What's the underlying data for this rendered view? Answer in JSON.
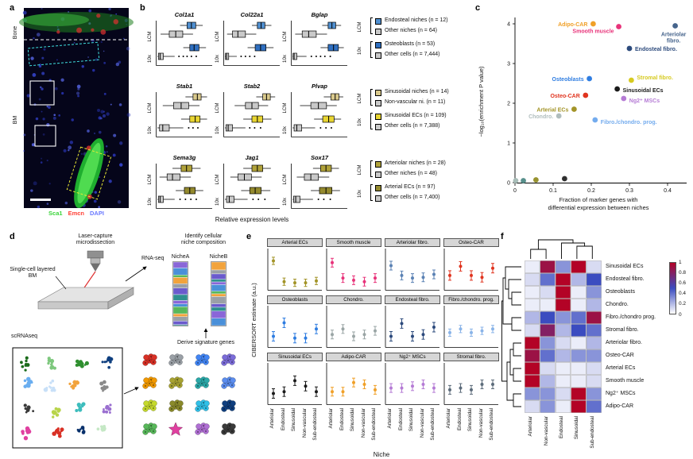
{
  "panel_labels": {
    "a": "a",
    "b": "b",
    "c": "c",
    "d": "d",
    "e": "e",
    "f": "f"
  },
  "panel_a": {
    "region_labels": [
      "Bone",
      "BM"
    ],
    "stains": [
      {
        "name": "Sca1",
        "color": "#3ad43a"
      },
      {
        "name": "Emcn",
        "color": "#ff4136"
      },
      {
        "name": "DAPI",
        "color": "#6a79ff"
      }
    ]
  },
  "panel_b": {
    "xlabel": "Relative expression levels",
    "method_labels": [
      "LCM",
      "10x"
    ],
    "rows": [
      {
        "lcm_color": "#4f8fd0",
        "tenx_color": "#2f6fc0",
        "other_color": "#c9c9c9",
        "legend": [
          {
            "group": "LCM",
            "label": "Endosteal niches (n = 12)",
            "color": "#4f8fd0"
          },
          {
            "group": "LCM",
            "label": "Other niches (n = 64)",
            "color": "#c9c9c9"
          },
          {
            "group": "10x",
            "label": "Osteoblasts (n = 53)",
            "color": "#2f6fc0"
          },
          {
            "group": "10x",
            "label": "Other cells (n = 7,444)",
            "color": "#c9c9c9"
          }
        ],
        "genes": [
          {
            "name": "Col1a1",
            "lcm_main": [
              0.42,
              0.55,
              0.63,
              0.71,
              0.84
            ],
            "lcm_other": [
              0.06,
              0.22,
              0.34,
              0.47,
              0.66
            ],
            "tenx_main": [
              0.48,
              0.6,
              0.68,
              0.77,
              0.9
            ],
            "tenx_other": [
              0,
              0.02,
              0.05,
              0.11,
              0.32
            ],
            "tenx_other_outliers": [
              0.4,
              0.48,
              0.55,
              0.63,
              0.72
            ]
          },
          {
            "name": "Col22a1",
            "lcm_main": [
              0.5,
              0.6,
              0.67,
              0.74,
              0.86
            ],
            "lcm_other": [
              0.04,
              0.14,
              0.24,
              0.38,
              0.58
            ],
            "tenx_main": [
              0.42,
              0.56,
              0.66,
              0.76,
              0.9
            ],
            "tenx_other": [
              0,
              0.01,
              0.03,
              0.07,
              0.22
            ],
            "tenx_other_outliers": [
              0.3,
              0.38,
              0.46,
              0.55
            ]
          },
          {
            "name": "Bglap",
            "lcm_main": [
              0.55,
              0.66,
              0.73,
              0.8,
              0.9
            ],
            "lcm_other": [
              0.05,
              0.18,
              0.3,
              0.44,
              0.64
            ],
            "tenx_main": [
              0.52,
              0.66,
              0.76,
              0.85,
              0.95
            ],
            "tenx_other": [
              0,
              0.01,
              0.03,
              0.08,
              0.26
            ],
            "tenx_other_outliers": [
              0.35,
              0.44,
              0.52,
              0.6,
              0.7
            ]
          }
        ]
      },
      {
        "lcm_color": "#d9c98c",
        "tenx_color": "#e8d532",
        "other_color": "#c9c9c9",
        "legend": [
          {
            "group": "LCM",
            "label": "Sinusoidal niches (n = 14)",
            "color": "#d9c98c"
          },
          {
            "group": "LCM",
            "label": "Non-vascular ni. (n = 11)",
            "color": "#c9c9c9"
          },
          {
            "group": "10x",
            "label": "Sinusoidal ECs (n = 109)",
            "color": "#e8d532"
          },
          {
            "group": "10x",
            "label": "Other cells (n = 7,388)",
            "color": "#c9c9c9"
          }
        ],
        "genes": [
          {
            "name": "Stab1",
            "lcm_main": [
              0.52,
              0.66,
              0.74,
              0.81,
              0.92
            ],
            "lcm_other": [
              0.1,
              0.3,
              0.44,
              0.58,
              0.78
            ],
            "tenx_main": [
              0.44,
              0.6,
              0.7,
              0.79,
              0.92
            ],
            "tenx_other": [
              0,
              0.04,
              0.1,
              0.22,
              0.48
            ],
            "tenx_other_outliers": [
              0.58,
              0.66,
              0.75
            ]
          },
          {
            "name": "Stab2",
            "lcm_main": [
              0.58,
              0.7,
              0.77,
              0.84,
              0.93
            ],
            "lcm_other": [
              0.18,
              0.38,
              0.5,
              0.62,
              0.8
            ],
            "tenx_main": [
              0.34,
              0.5,
              0.6,
              0.7,
              0.86
            ],
            "tenx_other": [
              0,
              0.02,
              0.06,
              0.14,
              0.38
            ],
            "tenx_other_outliers": [
              0.46,
              0.55,
              0.66
            ]
          },
          {
            "name": "Plvap",
            "lcm_main": [
              0.58,
              0.71,
              0.79,
              0.86,
              0.94
            ],
            "lcm_other": [
              0.14,
              0.34,
              0.48,
              0.63,
              0.82
            ],
            "tenx_main": [
              0.4,
              0.56,
              0.67,
              0.77,
              0.9
            ],
            "tenx_other": [
              0,
              0.03,
              0.08,
              0.17,
              0.42
            ],
            "tenx_other_outliers": [
              0.52,
              0.62,
              0.72
            ]
          }
        ]
      },
      {
        "lcm_color": "#b0a23a",
        "tenx_color": "#948a2e",
        "other_color": "#c9c9c9",
        "legend": [
          {
            "group": "LCM",
            "label": "Arteriolar niches (n = 28)",
            "color": "#b0a23a"
          },
          {
            "group": "LCM",
            "label": "Other niches (n = 48)",
            "color": "#c9c9c9"
          },
          {
            "group": "10x",
            "label": "Arterial ECs (n = 97)",
            "color": "#948a2e"
          },
          {
            "group": "10x",
            "label": "Other cells (n = 7,400)",
            "color": "#c9c9c9"
          }
        ],
        "genes": [
          {
            "name": "Sema3g",
            "lcm_main": [
              0.28,
              0.44,
              0.54,
              0.64,
              0.8
            ],
            "lcm_other": [
              0.04,
              0.18,
              0.28,
              0.42,
              0.62
            ],
            "tenx_main": [
              0.34,
              0.5,
              0.6,
              0.7,
              0.85
            ],
            "tenx_other": [
              0,
              0.02,
              0.05,
              0.11,
              0.32
            ],
            "tenx_other_outliers": [
              0.42,
              0.52,
              0.62,
              0.72
            ]
          },
          {
            "name": "Jag1",
            "lcm_main": [
              0.34,
              0.5,
              0.6,
              0.7,
              0.85
            ],
            "lcm_other": [
              0.1,
              0.24,
              0.36,
              0.49,
              0.68
            ],
            "tenx_main": [
              0.3,
              0.46,
              0.56,
              0.67,
              0.84
            ],
            "tenx_other": [
              0,
              0.03,
              0.08,
              0.17,
              0.42
            ],
            "tenx_other_outliers": [
              0.52,
              0.62,
              0.74
            ]
          },
          {
            "name": "Sox17",
            "lcm_main": [
              0.38,
              0.52,
              0.62,
              0.72,
              0.86
            ],
            "lcm_other": [
              0.08,
              0.22,
              0.34,
              0.48,
              0.68
            ],
            "tenx_main": [
              0.34,
              0.5,
              0.62,
              0.73,
              0.88
            ],
            "tenx_other": [
              0,
              0.02,
              0.06,
              0.14,
              0.38
            ],
            "tenx_other_outliers": [
              0.48,
              0.58,
              0.7
            ]
          }
        ]
      }
    ]
  },
  "panel_c": {
    "ylabel": "−log₁₀(enrichment P value)",
    "xlabel_line1": "Fraction of marker genes with",
    "xlabel_line2": "differential expression between niches",
    "xticks": [
      "0",
      "0.1",
      "0.2",
      "0.3",
      "0.4"
    ],
    "yticks": [
      "0",
      "1",
      "2",
      "3",
      "4"
    ],
    "points": [
      {
        "label": "Adipo-CAR",
        "x": 0.205,
        "y": 4.0,
        "color": "#f0a028",
        "anchor": "end",
        "ldx": -7,
        "ldy": 3
      },
      {
        "label": "Smooth muscle",
        "x": 0.272,
        "y": 3.93,
        "color": "#e8337a",
        "anchor": "end",
        "ldx": -6,
        "ldy": 8
      },
      {
        "label": "Arteriolar",
        "label2": "fibro.",
        "x": 0.42,
        "y": 3.95,
        "color": "#46648c",
        "anchor": "middle",
        "ldx": -2,
        "ldy": 13
      },
      {
        "label": "Endosteal fibro.",
        "x": 0.3,
        "y": 3.38,
        "color": "#2c4a7c",
        "anchor": "start",
        "ldx": 7,
        "ldy": 3
      },
      {
        "label": "Osteoblasts",
        "x": 0.195,
        "y": 2.62,
        "color": "#2f7de1",
        "anchor": "end",
        "ldx": -7,
        "ldy": 3
      },
      {
        "label": "Stromal fibro.",
        "x": 0.305,
        "y": 2.58,
        "color": "#d6ca20",
        "anchor": "start",
        "ldx": 7,
        "ldy": -1
      },
      {
        "label": "Sinusoidal ECs",
        "x": 0.268,
        "y": 2.36,
        "color": "#1a1a1a",
        "anchor": "start",
        "ldx": 7,
        "ldy": 4
      },
      {
        "label": "Osteo-CAR",
        "x": 0.185,
        "y": 2.2,
        "color": "#e0341f",
        "anchor": "end",
        "ldx": -7,
        "ldy": 3
      },
      {
        "label": "Ng2⁺ MSCs",
        "x": 0.285,
        "y": 2.12,
        "color": "#b57bd5",
        "anchor": "start",
        "ldx": 7,
        "ldy": 5
      },
      {
        "label": "Arterial ECs",
        "x": 0.155,
        "y": 1.85,
        "color": "#a39428",
        "anchor": "end",
        "ldx": -7,
        "ldy": 3
      },
      {
        "label": "Chondro.",
        "x": 0.115,
        "y": 1.68,
        "color": "#b0bdbd",
        "anchor": "end",
        "ldx": -7,
        "ldy": 3
      },
      {
        "label": "Fibro./chondro. prog.",
        "x": 0.21,
        "y": 1.58,
        "color": "#74acee",
        "anchor": "start",
        "ldx": 7,
        "ldy": 5
      }
    ],
    "unlabeled_points": [
      {
        "x": 0.002,
        "y": 0.05,
        "color": "#a8bdb8"
      },
      {
        "x": 0.022,
        "y": 0.05,
        "color": "#58908c"
      },
      {
        "x": 0.055,
        "y": 0.07,
        "color": "#97922f"
      },
      {
        "x": 0.13,
        "y": 0.1,
        "color": "#2f2f2f"
      }
    ]
  },
  "panel_d": {
    "labels": {
      "laser_line1": "Laser-capture",
      "laser_line2": "microdissection",
      "layered_line1": "Single-cell layered",
      "layered_line2": "BM",
      "rnaseq": "RNA-seq",
      "identify_line1": "Identify cellular",
      "identify_line2": "niche composition",
      "niche_a": "NicheA",
      "niche_b": "NicheB",
      "derive": "Derive signature genes",
      "scrnaseq": "scRNAseq"
    },
    "bar_palette": [
      "#8a66d8",
      "#4a90d9",
      "#58b85a",
      "#f2a33c",
      "#9aa0a6",
      "#6a5acd",
      "#2f8f8f"
    ],
    "tsne_colors": [
      "#1a6b1a",
      "#7ec87e",
      "#2f8f2f",
      "#0f3f7f",
      "#6aaef0",
      "#c8e0f8",
      "#f2a33c",
      "#8a8a8a",
      "#3a3a3a",
      "#b8d44a",
      "#3dbdbd",
      "#9a6fd0",
      "#e040a0",
      "#d93025",
      "#08306b",
      "#c5e8c5"
    ],
    "icon_colors": [
      "#d93025",
      "#9aa0a6",
      "#4285f4",
      "#7b6cd9",
      "#f29900",
      "#a8a332",
      "#2aa8a8",
      "#5b8def",
      "#c5d92d",
      "#8a8a2a",
      "#30c0e8",
      "#0f3f7f",
      "#58b85a",
      "#e040a0",
      "#b06fd4",
      "#3a3a3a"
    ]
  },
  "panel_e": {
    "ylabel": "CIBERSORT estimate (a.u.)",
    "xlabel": "Niche",
    "niches": [
      "Arteriolar",
      "Endosteal",
      "Sinusoidal",
      "Non-vascular",
      "Sub-endosteal"
    ],
    "tiles": [
      {
        "title": "Arterial ECs",
        "color": "#a39428",
        "values": [
          0.75,
          0.18,
          0.15,
          0.15,
          0.2
        ],
        "error": 0.1
      },
      {
        "title": "Smooth muscle",
        "color": "#e8337a",
        "values": [
          0.7,
          0.28,
          0.22,
          0.18,
          0.28
        ],
        "error": 0.12
      },
      {
        "title": "Arteriolar fibro.",
        "color": "#5b82b4",
        "values": [
          0.62,
          0.35,
          0.28,
          0.3,
          0.38
        ],
        "error": 0.12
      },
      {
        "title": "Osteo-CAR",
        "color": "#e0341f",
        "values": [
          0.35,
          0.6,
          0.35,
          0.3,
          0.55
        ],
        "error": 0.13
      },
      {
        "title": "Osteoblasts",
        "color": "#2f7de1",
        "values": [
          0.25,
          0.62,
          0.2,
          0.2,
          0.45
        ],
        "error": 0.13
      },
      {
        "title": "Chondro.",
        "color": "#9aa5a5",
        "values": [
          0.3,
          0.45,
          0.25,
          0.3,
          0.4
        ],
        "error": 0.12
      },
      {
        "title": "Endosteal fibro.",
        "color": "#2c4a7c",
        "values": [
          0.25,
          0.6,
          0.25,
          0.3,
          0.5
        ],
        "error": 0.13
      },
      {
        "title": "Fibro./chondro. prog.",
        "color": "#8ab4e8",
        "values": [
          0.35,
          0.45,
          0.35,
          0.4,
          0.45
        ],
        "error": 0.1
      },
      {
        "title": "Sinusoidal ECs",
        "color": "#1a1a1a",
        "values": [
          0.25,
          0.3,
          0.6,
          0.45,
          0.3
        ],
        "error": 0.13
      },
      {
        "title": "Adipo-CAR",
        "color": "#f0a028",
        "values": [
          0.3,
          0.3,
          0.55,
          0.5,
          0.35
        ],
        "error": 0.12
      },
      {
        "title": "Ng2⁺ MSCs",
        "color": "#b57bd5",
        "values": [
          0.4,
          0.4,
          0.45,
          0.5,
          0.4
        ],
        "error": 0.12
      },
      {
        "title": "Stromal fibro.",
        "color": "#5c6b7a",
        "values": [
          0.35,
          0.4,
          0.35,
          0.5,
          0.5
        ],
        "error": 0.12
      }
    ]
  },
  "panel_f": {
    "columns": [
      "Arteriolar",
      "Non-vascular",
      "Endosteal",
      "Sinusoidal",
      "Sub-endosteal"
    ],
    "rows": [
      {
        "label": "Sinusoidal ECs",
        "values": [
          0.05,
          0.9,
          0.3,
          1,
          0.1
        ]
      },
      {
        "label": "Endosteal fibro.",
        "values": [
          0.1,
          0.4,
          1,
          0.2,
          0.5
        ]
      },
      {
        "label": "Osteoblasts",
        "values": [
          0.05,
          0.1,
          1,
          0.05,
          0.3
        ]
      },
      {
        "label": "Chondro.",
        "values": [
          0.05,
          0.05,
          1,
          0.05,
          0.2
        ]
      },
      {
        "label": "Fibro./chondro prog.",
        "values": [
          0.2,
          0.5,
          0.3,
          0.4,
          0.9
        ]
      },
      {
        "label": "Stromal fibro.",
        "values": [
          0.1,
          0.8,
          0.2,
          0.5,
          0.4
        ]
      },
      {
        "label": "Arteriolar fibro.",
        "values": [
          1,
          0.3,
          0.1,
          0.05,
          0.2
        ]
      },
      {
        "label": "Osteo-CAR",
        "values": [
          0.9,
          0.4,
          0.2,
          0.3,
          0.3
        ]
      },
      {
        "label": "Arterial ECs",
        "values": [
          1,
          0.1,
          0.05,
          0.05,
          0.1
        ]
      },
      {
        "label": "Smooth muscle",
        "values": [
          1,
          0.2,
          0.05,
          0.05,
          0.1
        ]
      },
      {
        "label": "Ng2⁺ MSCs",
        "values": [
          0.3,
          0.3,
          0.1,
          1,
          0.3
        ]
      },
      {
        "label": "Adipo-CAR",
        "values": [
          0.1,
          0.3,
          0.05,
          1,
          0.4
        ]
      }
    ],
    "colorbar_ticks": [
      "1",
      "0.8",
      "0.6",
      "0.4",
      "0.2",
      "0"
    ]
  }
}
